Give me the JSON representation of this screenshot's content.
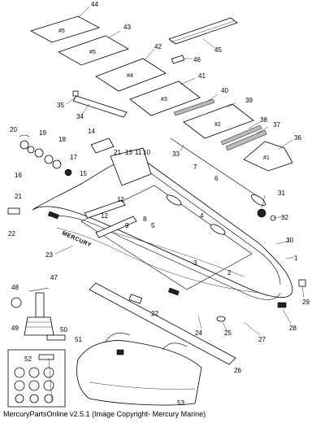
{
  "diagram": {
    "footer": "MercuryPartsOnline v2.5.1 (Image Copyright- Mercury Marine)",
    "part_labels": {
      "floor_5": "#5",
      "floor_4": "#4",
      "floor_3": "#3",
      "floor_2": "#2",
      "floor_1": "#1",
      "brand": "MERCURY"
    },
    "callouts": [
      "1",
      "2",
      "3",
      "4",
      "5",
      "6",
      "7",
      "8",
      "9",
      "10",
      "11",
      "12",
      "12",
      "13",
      "14",
      "15",
      "16",
      "17",
      "18",
      "19",
      "20",
      "21",
      "21",
      "22",
      "22",
      "23",
      "24",
      "25",
      "26",
      "27",
      "28",
      "29",
      "30",
      "31",
      "32",
      "33",
      "34",
      "35",
      "36",
      "37",
      "38",
      "39",
      "40",
      "41",
      "42",
      "43",
      "44",
      "45",
      "46",
      "47",
      "48",
      "49",
      "50",
      "51",
      "52",
      "53"
    ]
  }
}
